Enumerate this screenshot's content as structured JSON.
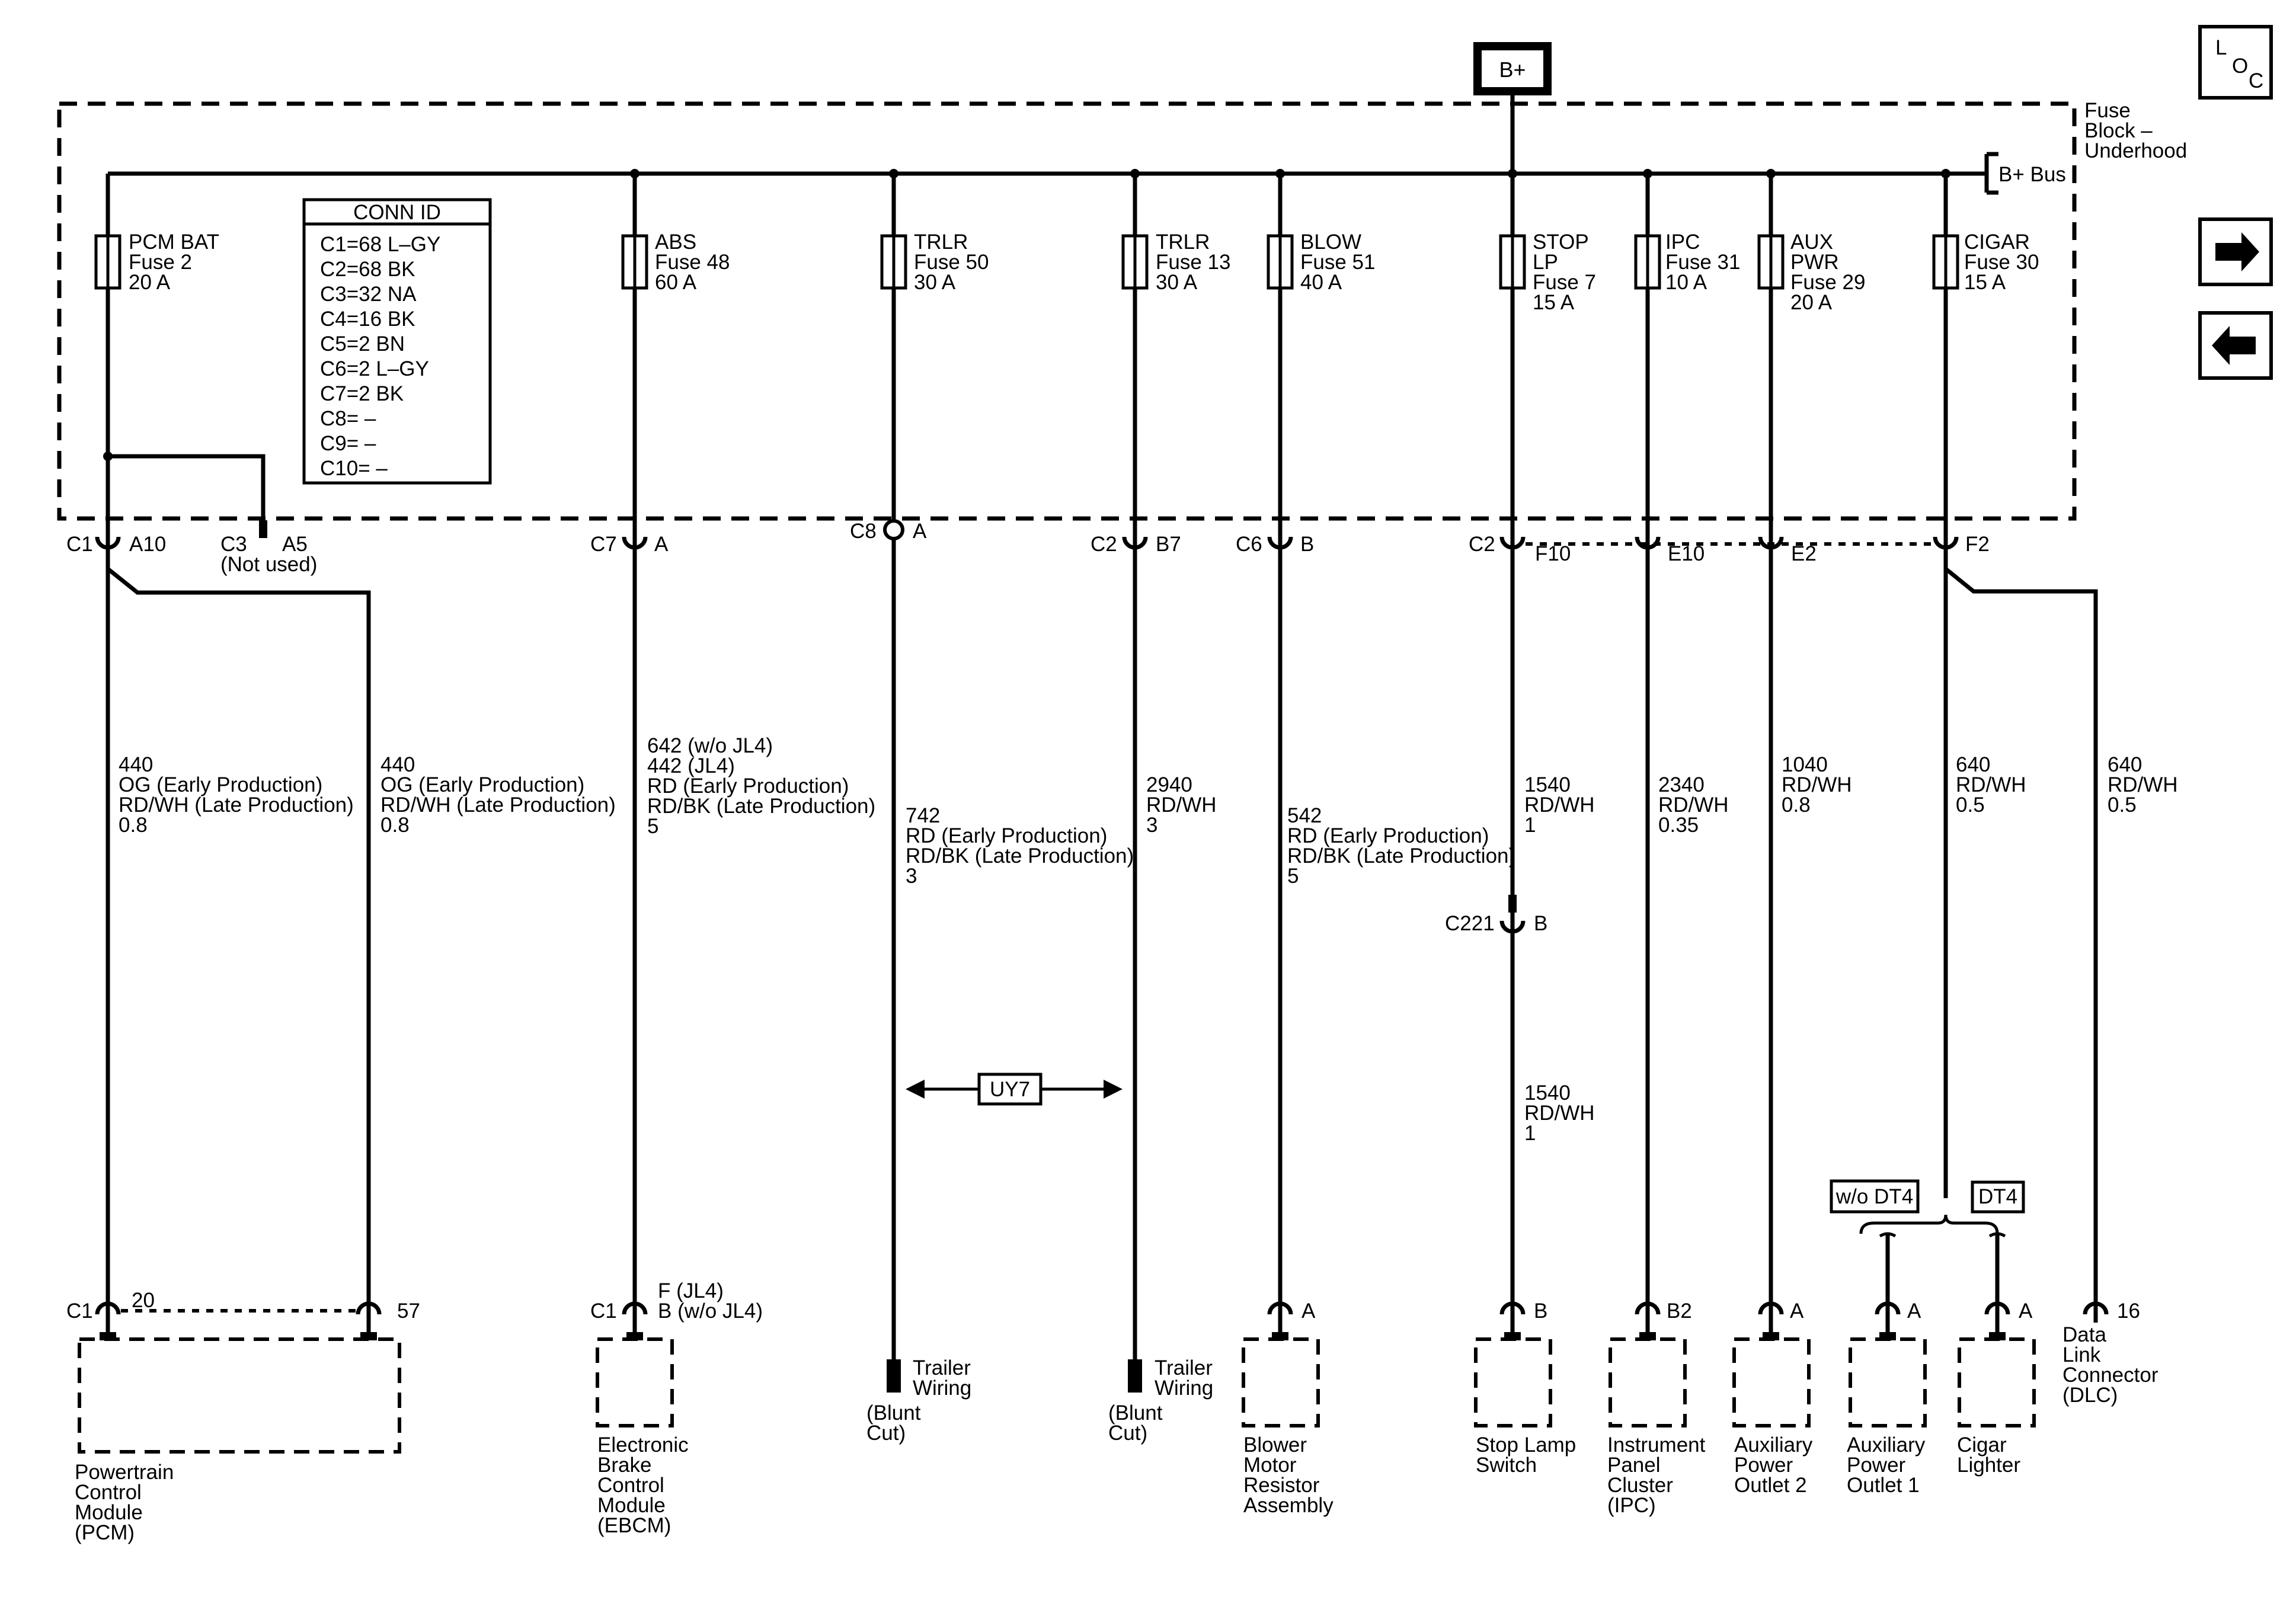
{
  "header": {
    "supply": "B+",
    "loc_l": "L",
    "loc_o": "O",
    "loc_c": "C"
  },
  "fuse_block": {
    "line1": "Fuse",
    "line2": "Block –",
    "line3": "Underhood",
    "bus": "B+ Bus"
  },
  "conn_table": {
    "title": "CONN ID",
    "rows": [
      "C1=68 L–GY",
      "C2=68 BK",
      "C3=32 NA",
      "C4=16 BK",
      "C5=2 BN",
      "C6=2 L–GY",
      "C7=2 BK",
      "C8= –",
      "C9= –",
      "C10= –"
    ]
  },
  "fuses": [
    {
      "lines": [
        "PCM BAT",
        "Fuse 2",
        "20 A"
      ]
    },
    {
      "lines": [
        "ABS",
        "Fuse 48",
        "60 A"
      ]
    },
    {
      "lines": [
        "TRLR",
        "Fuse 50",
        "30 A"
      ]
    },
    {
      "lines": [
        "TRLR",
        "Fuse 13",
        "30 A"
      ]
    },
    {
      "lines": [
        "BLOW",
        "Fuse 51",
        "40 A"
      ]
    },
    {
      "lines": [
        "STOP",
        "LP",
        "Fuse 7",
        "15 A"
      ]
    },
    {
      "lines": [
        "IPC",
        "Fuse 31",
        "10 A"
      ]
    },
    {
      "lines": [
        "AUX",
        "PWR",
        "Fuse 29",
        "20 A"
      ]
    },
    {
      "lines": [
        "CIGAR",
        "Fuse 30",
        "15 A"
      ]
    }
  ],
  "connectors": {
    "c1": "C1",
    "a10": "A10",
    "c3": "C3",
    "a5": "A5",
    "not_used": "(Not used)",
    "c7": "C7",
    "c7_pin": "A",
    "c8": "C8",
    "c8_pin": "A",
    "c2a": "C2",
    "b7": "B7",
    "c6": "C6",
    "c6_pin": "B",
    "c2b": "C2",
    "f10": "F10",
    "e10": "E10",
    "e2": "E2",
    "f2": "F2",
    "c221": "C221",
    "c221_pin": "B"
  },
  "wires": [
    {
      "lines": [
        "440",
        "OG (Early Production)",
        "RD/WH (Late Production)",
        "0.8"
      ]
    },
    {
      "lines": [
        "440",
        "OG (Early Production)",
        "RD/WH (Late Production)",
        "0.8"
      ]
    },
    {
      "lines": [
        "642 (w/o JL4)",
        "442 (JL4)",
        "RD (Early Production)",
        "RD/BK (Late Production)",
        "5"
      ]
    },
    {
      "lines": [
        "742",
        "RD (Early Production)",
        "RD/BK (Late Production)",
        "3"
      ]
    },
    {
      "lines": [
        "2940",
        "RD/WH",
        "3"
      ]
    },
    {
      "lines": [
        "542",
        "RD (Early Production)",
        "RD/BK (Late Production)",
        "5"
      ]
    },
    {
      "lines": [
        "1540",
        "RD/WH",
        "1"
      ]
    },
    {
      "lines": [
        "1540",
        "RD/WH",
        "1"
      ]
    },
    {
      "lines": [
        "2340",
        "RD/WH",
        "0.35"
      ]
    },
    {
      "lines": [
        "1040",
        "RD/WH",
        "0.8"
      ]
    },
    {
      "lines": [
        "640",
        "RD/WH",
        "0.5"
      ]
    },
    {
      "lines": [
        "640",
        "RD/WH",
        "0.5"
      ]
    }
  ],
  "options": {
    "uy7": "UY7",
    "wo_dt4": "w/o DT4",
    "dt4": "DT4"
  },
  "pins": {
    "pcm_c1": "C1",
    "pcm_20": "20",
    "pcm_57": "57",
    "ebcm_c1": "C1",
    "ebcm_f": "F (JL4)",
    "ebcm_b": "B (w/o JL4)",
    "blower": "A",
    "stop": "B",
    "ipc": "B2",
    "aux2": "A",
    "aux1": "A",
    "cigar": "A",
    "dlc": "16"
  },
  "components": [
    {
      "lines": [
        "Powertrain",
        "Control",
        "Module",
        "(PCM)"
      ]
    },
    {
      "lines": [
        "Electronic",
        "Brake",
        "Control",
        "Module",
        "(EBCM)"
      ]
    },
    {
      "lines": [
        "Trailer",
        "Wiring"
      ],
      "sub": [
        "(Blunt",
        "Cut)"
      ]
    },
    {
      "lines": [
        "Trailer",
        "Wiring"
      ],
      "sub": [
        "(Blunt",
        "Cut)"
      ]
    },
    {
      "lines": [
        "Blower",
        "Motor",
        "Resistor",
        "Assembly"
      ]
    },
    {
      "lines": [
        "Stop Lamp",
        "Switch"
      ]
    },
    {
      "lines": [
        "Instrument",
        "Panel",
        "Cluster",
        "(IPC)"
      ]
    },
    {
      "lines": [
        "Auxiliary",
        "Power",
        "Outlet 2"
      ]
    },
    {
      "lines": [
        "Auxiliary",
        "Power",
        "Outlet 1"
      ]
    },
    {
      "lines": [
        "Cigar",
        "Lighter"
      ]
    },
    {
      "lines": [
        "Data",
        "Link",
        "Connector",
        "(DLC)"
      ]
    }
  ]
}
